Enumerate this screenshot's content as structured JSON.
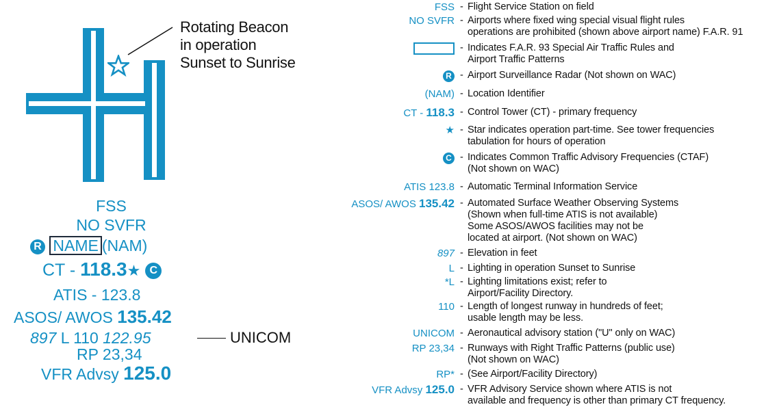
{
  "beacon": {
    "line1": "Rotating Beacon",
    "line2": "in operation",
    "line3": "Sunset to Sunrise"
  },
  "block": {
    "fss": "FSS",
    "nosvfr": "NO SVFR",
    "radar_glyph": "R",
    "name": "NAME",
    "loc_id": "(NAM)",
    "ct_prefix": "CT -",
    "ct_freq": "118.3",
    "star": "★",
    "ctaf_glyph": "C",
    "atis": "ATIS - 123.8",
    "asos_prefix": "ASOS/ AWOS",
    "asos_freq": "135.42",
    "elev": "897",
    "lighting": "L",
    "runway": "110",
    "unicom_freq": "122.95",
    "unicom_label": "UNICOM",
    "rp": "RP 23,34",
    "vfr_prefix": "VFR Advsy",
    "vfr_freq": "125.0"
  },
  "legend": [
    {
      "key": "FSS",
      "lines": [
        "Flight Service Station on field"
      ]
    },
    {
      "key": "NO  SVFR",
      "lines": [
        "Airports where fixed wing special visual flight rules",
        "operations are prohibited (shown above airport name) F.A.R. 91"
      ]
    },
    {
      "key": "",
      "lines": [
        "Indicates F.A.R. 93  Special Air Traffic Rules and",
        "Airport Traffic Patterns"
      ]
    },
    {
      "key": "R",
      "lines": [
        "Airport Surveillance Radar (Not shown on WAC)"
      ]
    },
    {
      "key": "(NAM)",
      "lines": [
        "Location Identifier"
      ]
    },
    {
      "key_prefix": "CT -",
      "key_bold": "118.3",
      "lines": [
        "Control Tower (CT) - primary frequency"
      ]
    },
    {
      "key": "★",
      "lines": [
        "Star indicates operation part-time.  See tower frequencies",
        "tabulation for hours of operation"
      ]
    },
    {
      "key": "C",
      "lines": [
        "Indicates Common Traffic Advisory Frequencies (CTAF)",
        "(Not shown on WAC)"
      ]
    },
    {
      "key": "ATIS 123.8",
      "lines": [
        "Automatic Terminal Information Service"
      ]
    },
    {
      "key_prefix": "ASOS/ AWOS",
      "key_bold": "135.42",
      "lines": [
        "Automated Surface Weather Observing Systems",
        "(Shown when full-time ATIS is not available)",
        "Some ASOS/AWOS facilities may not be",
        "located at airport.  (Not shown on WAC)"
      ]
    },
    {
      "key": "897",
      "lines": [
        "Elevation in feet"
      ]
    },
    {
      "key": "L",
      "lines": [
        "Lighting in operation Sunset to Sunrise"
      ]
    },
    {
      "key": "*L",
      "lines": [
        "Lighting limitations exist; refer to",
        "Airport/Facility Directory."
      ]
    },
    {
      "key": "110",
      "lines": [
        "Length of longest runway in hundreds of feet;",
        "usable length may be less."
      ]
    },
    {
      "key": "UNICOM",
      "lines": [
        "Aeronautical advisory station (\"U\" only on WAC)"
      ]
    },
    {
      "key": "RP 23,34",
      "lines": [
        "Runways with Right Traffic Patterns (public use)",
        "(Not shown on WAC)"
      ]
    },
    {
      "key": "RP*",
      "lines": [
        "(See Airport/Facility Directory)"
      ]
    },
    {
      "key_prefix": "VFR  Advsy",
      "key_bold": "125.0",
      "lines": [
        "VFR Advisory Service shown where ATIS is not",
        "available and frequency is other than primary CT frequency."
      ]
    }
  ],
  "colors": {
    "accent": "#1590c4",
    "text": "#111111",
    "box_border": "#1e2a3a"
  }
}
